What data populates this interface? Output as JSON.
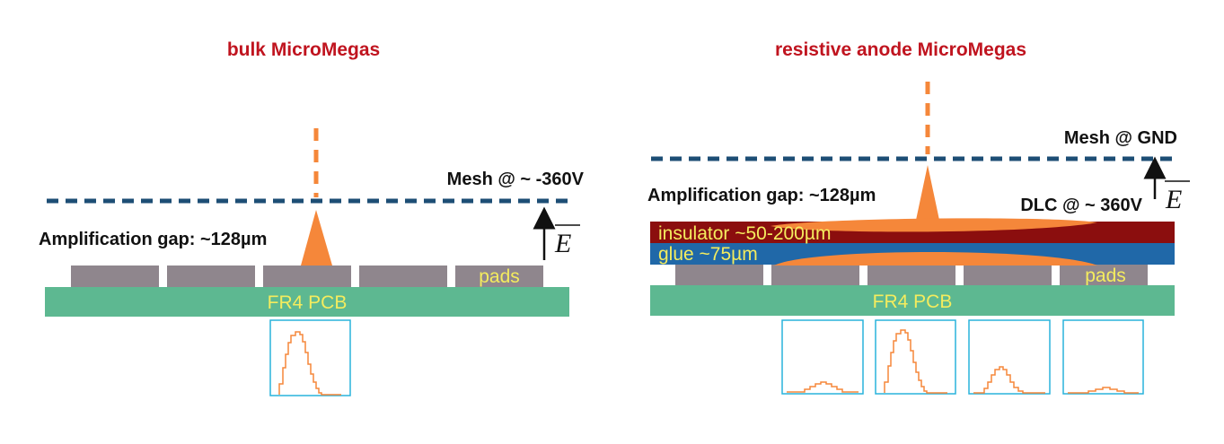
{
  "left_panel": {
    "title": "bulk MicroMegas",
    "mesh_label": "Mesh @ ~ -360V",
    "gap_label": "Amplification gap: ~128µm",
    "pads_label": "pads",
    "pcb_label": "FR4 PCB",
    "field_label": "E"
  },
  "right_panel": {
    "title": "resistive anode MicroMegas",
    "mesh_label": "Mesh @ GND",
    "gap_label": "Amplification gap: ~128µm",
    "dlc_label": "DLC @ ~ 360V",
    "insulator_label": "insulator ~50-200µm",
    "glue_label": "glue ~75µm",
    "pads_label": "pads",
    "pcb_label": "FR4 PCB",
    "field_label": "E"
  },
  "colors": {
    "title": "#c0141f",
    "mesh": "#1d4e75",
    "avalanche": "#f5873a",
    "pad": "#8f868d",
    "pcb": "#5db891",
    "insulator": "#8b0e0e",
    "glue": "#2068a8",
    "signal_box": "#29b3dc",
    "label_yellow": "#f4ec5e"
  },
  "icons": {
    "field_arrow": "up-arrow-icon"
  }
}
